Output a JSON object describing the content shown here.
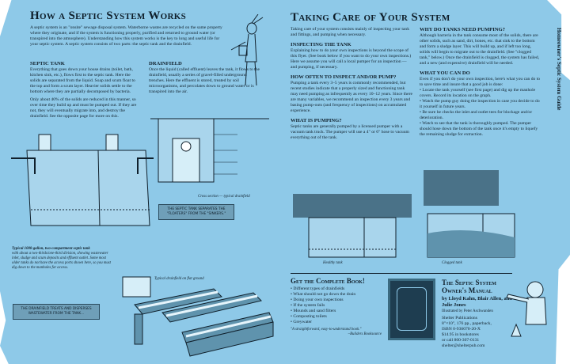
{
  "left": {
    "title": "How a Septic System Works",
    "intro": "A septic system is an \"onsite\" sewage disposal system. Waterborne wastes are recycled on the same property where they originate, and if the system is functioning properly, purified and returned to ground water (or transpired into the atmosphere). Understanding how this system works is the key to long and useful life for your septic system. A septic system consists of two parts: the septic tank and the drainfield.",
    "septic_tank": {
      "heading": "Septic Tank",
      "p1": "Everything that goes down your house drains (toilet, bath, kitchen sink, etc.), flows first to the septic tank. Here the solids are separated from the liquid. Soap and scum float to the top and form a scum layer. Heavier solids settle to the bottom where they are partially decomposed by bacteria.",
      "p2": "Only about 40% of the solids are reduced in this manner, so over time they build up and must be pumped out. If they are not, they will eventually migrate into, and destroy the drainfield. See the opposite page for more on this."
    },
    "drainfield": {
      "heading": "Drainfield",
      "p1": "Once the liquid (called effluent) leaves the tank, it flows to the drainfield, usually a series of gravel-filled underground trenches. Here the effluent is stored, treated by soil microorganisms, and percolates down to ground water or is transpired into the air."
    },
    "cross_section_caption": "Cross section — typical drainfield",
    "tank_caption_title": "Typical 1000-gallon, two-compartment septic tank",
    "tank_caption": "with about a two-thirds/one-third division, showing wastewater inlet, sludge and scum deposits and effluent outlet. Some most older tanks do not have the access ports shown here, so you must dig down to the manholes for access.",
    "box_tank": "The septic tank separates the \"floaters\" from the \"sinkers.\"",
    "box_drainfield": "The drainfield treats and disperses wastewater from the tank...",
    "drainfield_caption": "Typical drainfield on flat ground"
  },
  "right": {
    "title": "Taking Care of Your System",
    "intro": "Taking care of your system consists mainly of inspecting your tank and fittings, and pumping when necessary.",
    "inspecting": {
      "heading": "Inspecting the Tank",
      "text": "Explaining how to do your own inspections is beyond the scope of this flyer. (See book below if you want to do your own inspections.) Here we assume you will call a local pumper for an inspection — and pumping, if necessary."
    },
    "how_often": {
      "heading": "How Often to Inspect and/or Pump?",
      "text": "Pumping a tank every 3–5 years is commonly recommended, but recent studies indicate that a properly sized and functioning tank may need pumping as infrequently as every 10–12 years. Since there are many variables, we recommend an inspection every 3 years and basing pump-outs (and frequency of inspections) on accumulated experience."
    },
    "what_is": {
      "heading": "What is Pumping?",
      "text": "Septic tanks are generally pumped by a licensed pumper with a vacuum tank truck. The pumper will use a 4\" or 6\" hose to vacuum everything out of the tank."
    },
    "why": {
      "heading": "Why Do Tanks Need Pumping?",
      "text": "Although bacteria in the tank consume most of the solids, there are other solids, such as sand, dirt, bones, etc. that sink to the bottom and form a sludge layer. This will build up, and if left too long, solids will begin to migrate out to the drainfield. (See \"clogged tank,\" below.) Once the drainfield is clogged, the system has failed, and a new (and expensive) drainfield will be needed."
    },
    "what_you_can_do": {
      "heading": "What You Can Do",
      "text": "Even if you don't do your own inspection, here's what you can do to to save time and insure that a good job is done:",
      "items": [
        "Locate the tank yourself (see first page) and dig up the manhole covers. Record its location on the graph.",
        "Watch the pump guy doing the inspection in case you decide to do it yourself in future years.",
        "Be sure he checks the inlet and outlet tees for blockage and/or deterioration.",
        "Watch to see that the tank is thoroughly pumped. The pumper should hose down the bottom of the tank once it's empty to liquefy the remaining sludge for extraction."
      ]
    },
    "healthy_caption": "Healthy tank",
    "clogged_caption": "Clogged tank",
    "spine": "Homeowner's Septic System Guide"
  },
  "book": {
    "heading": "Get the Complete Book!",
    "items": [
      "Different types of drainfields",
      "What should not go down the drain",
      "Doing your own inspections",
      "If the system fails",
      "Mounds and sand filters",
      "Composting toilets",
      "Greywater"
    ],
    "quote": "\"A straightforward, easy-to-understand book.\"",
    "quote_source": "–Builders Booksource",
    "title": "The Septic System Owner's Manual",
    "authors": "by Lloyd Kahn, Blair Allen, and Julie Jones",
    "illustrator": "Illustrated by Peter Aschwanden",
    "publisher": "Shelter Publications",
    "details": "8\"×10\", 176 pp., paperback,",
    "isbn": "ISBN 0-936070-20-X",
    "price": "$14.95 in bookstores",
    "phone": "or call 800-307-0131",
    "email": "shelter@shelterpub.com"
  },
  "colors": {
    "paper": "#8ec9e8",
    "ink": "#10202c",
    "box": "#6f9fb8",
    "cover": "#1e3d50"
  }
}
